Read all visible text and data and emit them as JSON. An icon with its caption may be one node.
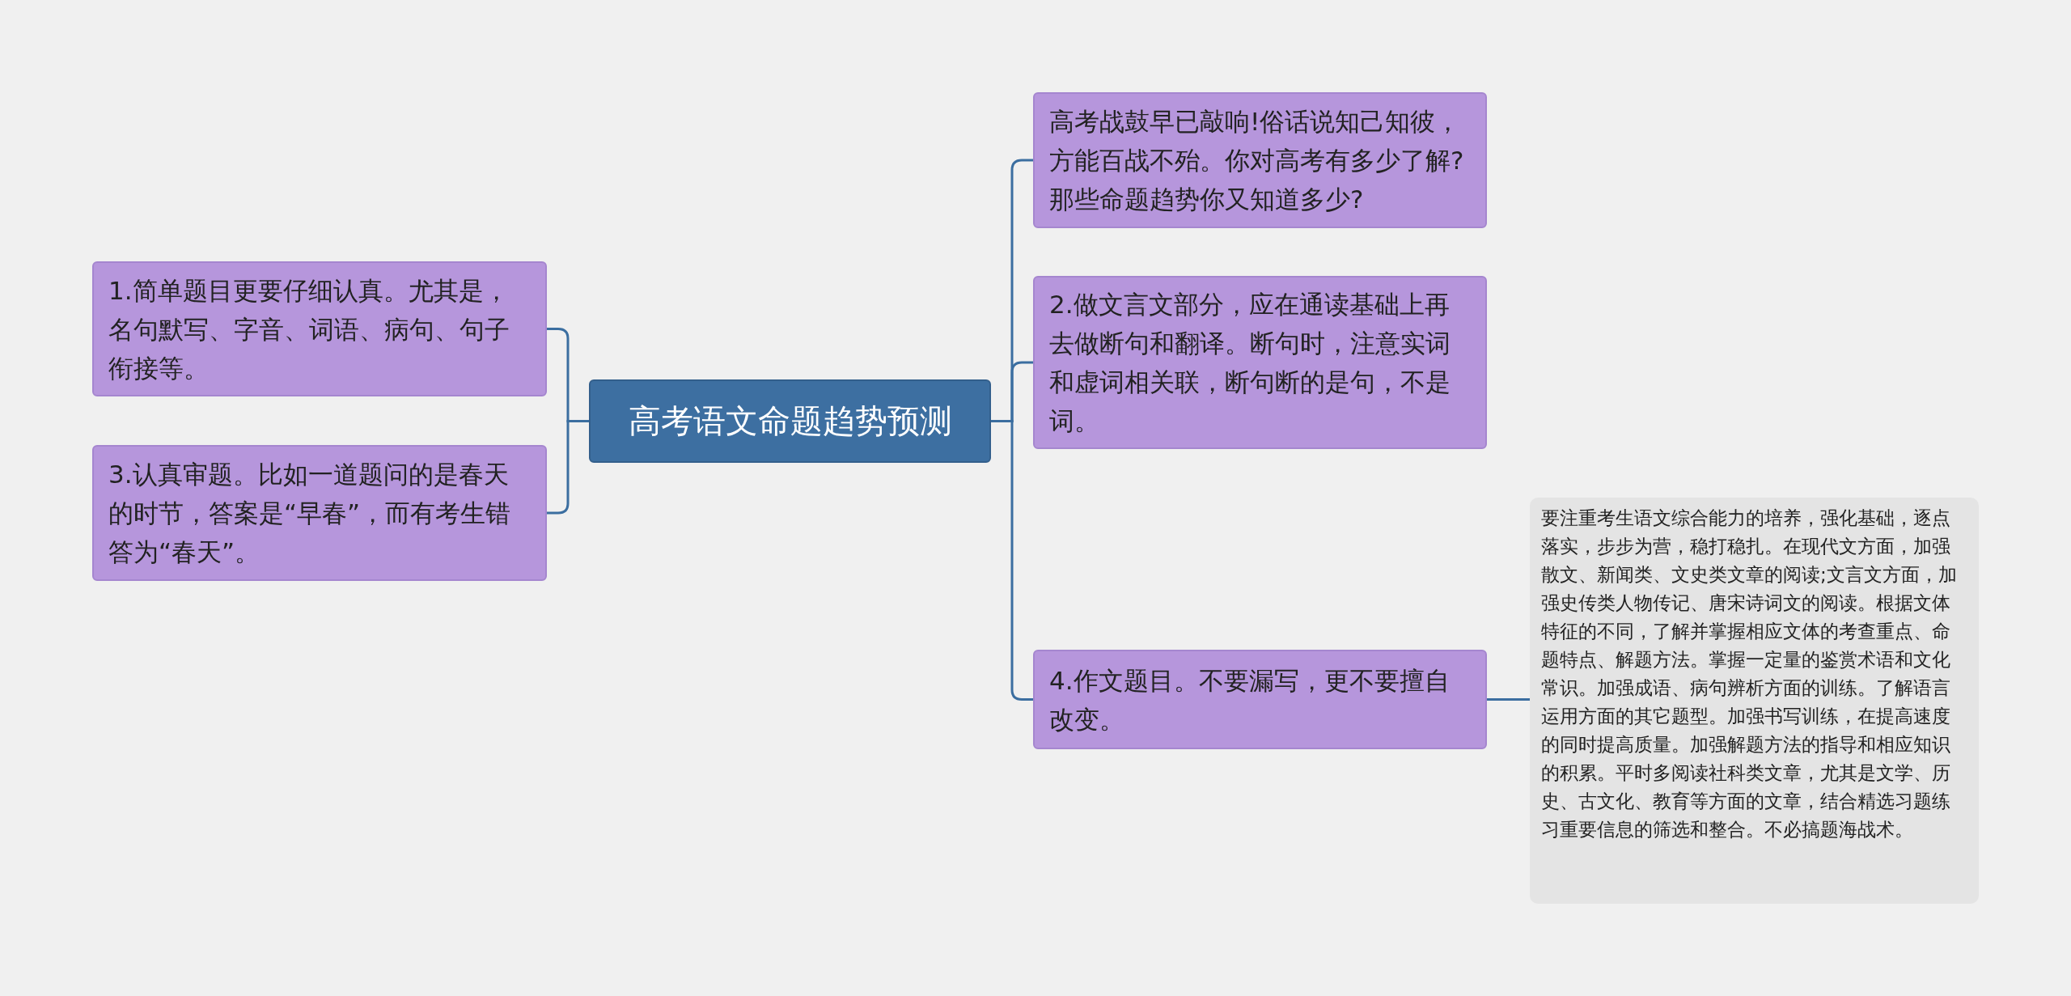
{
  "diagram": {
    "nodes": [
      {
        "text": [
          "高考语文命题趋势预测"
        ]
      },
      {
        "text": [
          "1.简单题目更要仔细认真。尤其是，名句默写、字音、词语、病句、句子衔接等。"
        ]
      },
      {
        "text": [
          "3.认真审题。比如一道题问的是春天的时节，答案是“早春”，而有考生错答为“春天”。"
        ]
      },
      {
        "text": [
          "高考战鼓早已敲响!俗话说知己知彼，方能百战不殆。你对高考有多少了解?那些命题趋势你又知道多少?"
        ]
      },
      {
        "text": [
          "2.做文言文部分，应在通读基础上再去做断句和翻译。断句时，注意实词和虚词相关联，断句断的是句，不是词。"
        ]
      },
      {
        "text": [
          "4.作文题目。不要漏写，更不要擅自改变。"
        ]
      },
      {
        "text": [
          "要注重考生语文综合能力的培养，强化基础，逐点落实，步步为营，稳打稳扎。在现代文方面，加强散文、新闻类、文史类文章的阅读;文言文方面，加强史传类人物传记、唐宋诗词文的阅读。根据文体特征的不同，了解并掌握相应文体的考查重点、命题特点、解题方法。掌握一定量的鉴赏术语和文化常识。加强成语、病句辨析方面的训练。了解语言运用方面的其它题型。加强书写训练，在提高速度的同时提高质量。加强解题方法的指导和相应知识的积累。平时多阅读社科类文章，尤其是文学、历史、古文化、教育等方面的文章，结合精选习题练习重要信息的筛选和整合。不必搞题海战术。"
        ]
      }
    ],
    "edges": [
      {
        "from": 0,
        "to": 1,
        "arrow": "none"
      },
      {
        "from": 0,
        "to": 2,
        "arrow": "none"
      },
      {
        "from": 0,
        "to": 3,
        "arrow": "none"
      },
      {
        "from": 0,
        "to": 4,
        "arrow": "none"
      },
      {
        "from": 0,
        "to": 5,
        "arrow": "none"
      },
      {
        "from": 5,
        "to": 6,
        "arrow": "none"
      }
    ]
  }
}
